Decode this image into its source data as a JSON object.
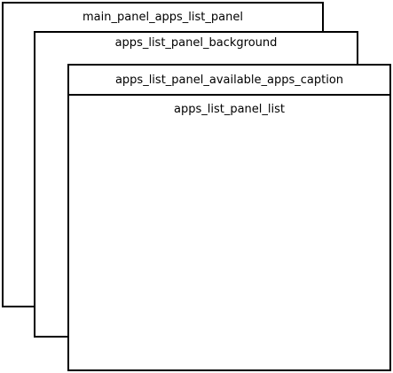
{
  "panels": {
    "main_panel": {
      "label": "main_panel_apps_list_panel"
    },
    "background_panel": {
      "label": "apps_list_panel_background"
    },
    "caption": {
      "label": "apps_list_panel_available_apps_caption"
    },
    "list": {
      "label": "apps_list_panel_list"
    }
  }
}
